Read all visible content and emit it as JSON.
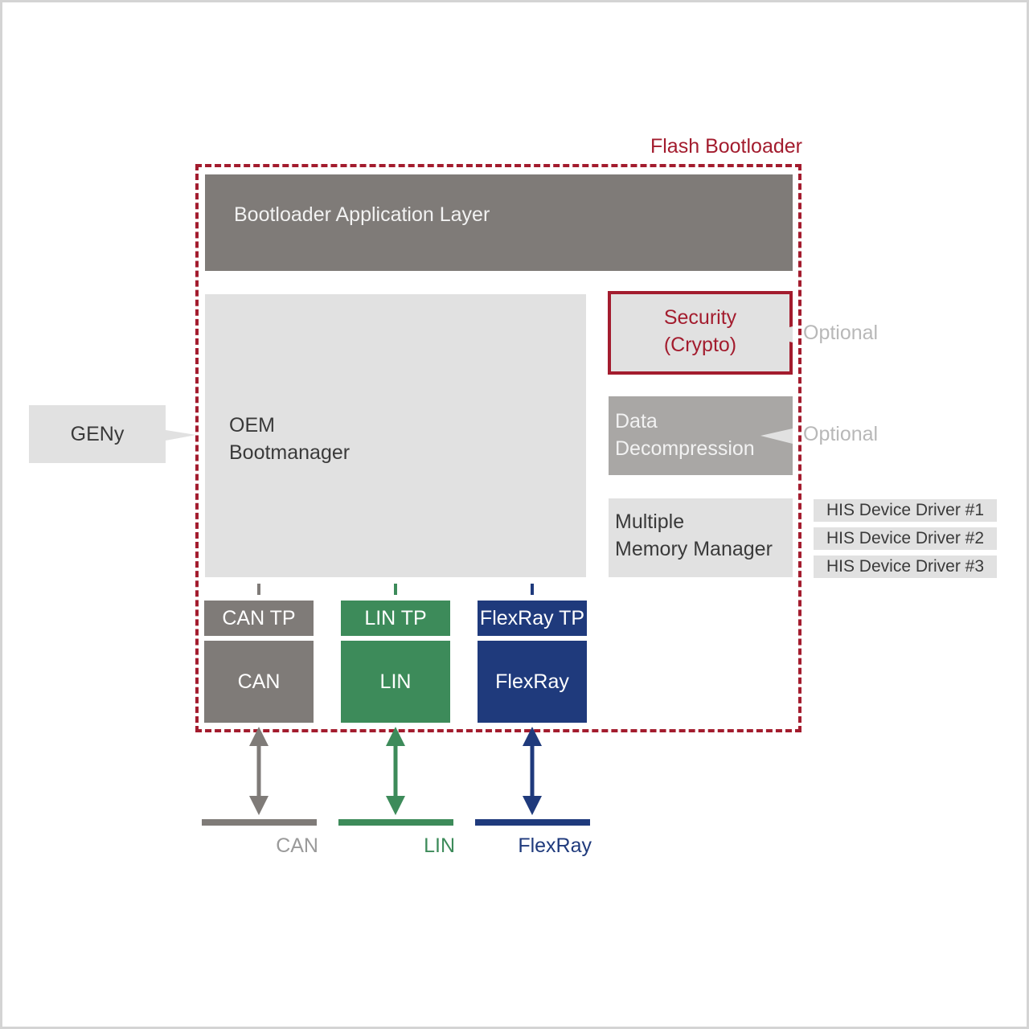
{
  "boundary": {
    "title": "Flash Bootloader",
    "color": "#a31c2e"
  },
  "blocks": {
    "app_layer": "Bootloader Application Layer",
    "oem_line1": "OEM",
    "oem_line2": "Bootmanager",
    "security_line1": "Security",
    "security_line2": "(Crypto)",
    "decomp_line1": "Data",
    "decomp_line2": "Decompression",
    "mmm_line1": "Multiple",
    "mmm_line2": "Memory Manager"
  },
  "optional_labels": [
    "Optional",
    "Optional"
  ],
  "external": {
    "geny": "GENy"
  },
  "his_drivers": [
    "HIS Device Driver #1",
    "HIS Device Driver #2",
    "HIS Device Driver #3"
  ],
  "transport": {
    "can_tp": "CAN TP",
    "lin_tp": "LIN TP",
    "flexray_tp": "FlexRay TP"
  },
  "drivers": {
    "can": "CAN",
    "lin": "LIN",
    "flexray": "FlexRay"
  },
  "buses": {
    "can": "CAN",
    "lin": "LIN",
    "flexray": "FlexRay"
  },
  "colors": {
    "can": "#7f7b78",
    "lin": "#3d8b5a",
    "flexray": "#1f3a7c",
    "accent": "#a31c2e",
    "light_box": "#e1e1e1",
    "optional_text": "#b8b8b8"
  }
}
